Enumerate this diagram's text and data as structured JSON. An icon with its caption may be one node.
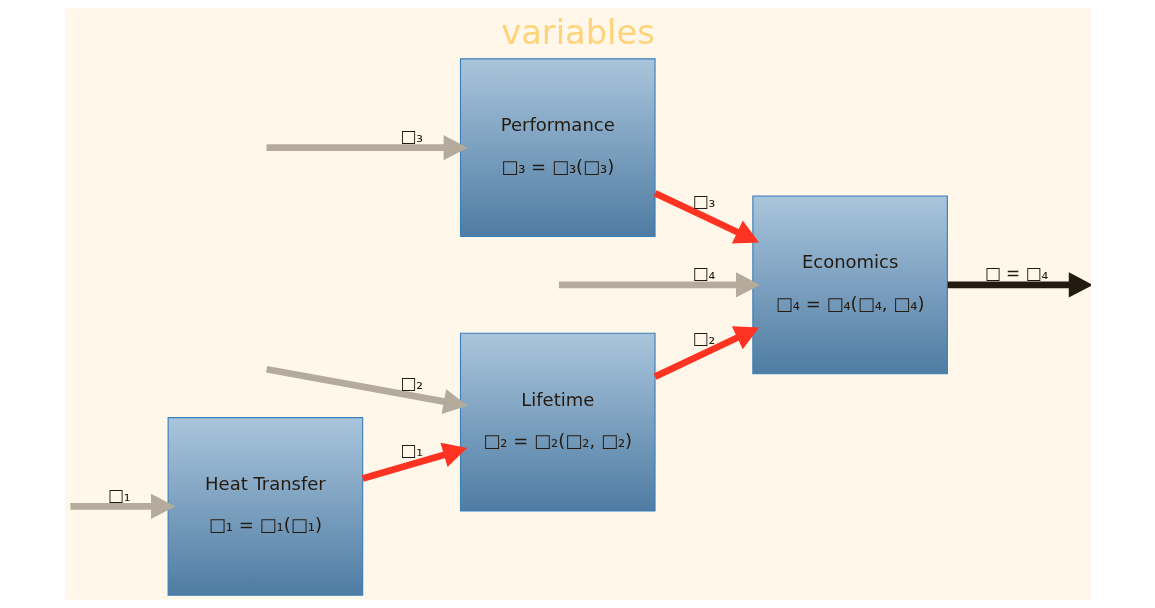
{
  "diagram": {
    "title": "variables",
    "nodes": [
      {
        "text": [
          "Heat Transfer",
          "□₁ = □₁(□₁)"
        ]
      },
      {
        "text": [
          "Lifetime",
          "□₂ = □₂(□₂, □₂)"
        ]
      },
      {
        "text": [
          "Economics",
          "□₄ = □₄(□₄, □₄)"
        ]
      },
      {
        "text": [
          "Performance",
          "□₃ = □₃(□₃)"
        ]
      }
    ],
    "edges": [
      {
        "from": null,
        "to": 0,
        "arrow": "to",
        "label": "□₁"
      },
      {
        "from": null,
        "to": 1,
        "arrow": "to",
        "label": "□₂"
      },
      {
        "from": null,
        "to": 2,
        "arrow": "to",
        "label": "□₄"
      },
      {
        "from": 0,
        "to": 1,
        "arrow": "to",
        "label": "□₁",
        "color": "#ff3322"
      },
      {
        "from": 1,
        "to": 2,
        "arrow": "to",
        "label": "□₂",
        "color": "#ff3322"
      },
      {
        "from": 2,
        "to": null,
        "arrow": "to",
        "label": "□ = □₄",
        "color": "#231a10"
      },
      {
        "from": null,
        "to": 3,
        "arrow": "to",
        "label": "□₃"
      },
      {
        "from": 3,
        "to": 2,
        "arrow": "to",
        "label": "□₃",
        "color": "#ff3322"
      }
    ]
  }
}
